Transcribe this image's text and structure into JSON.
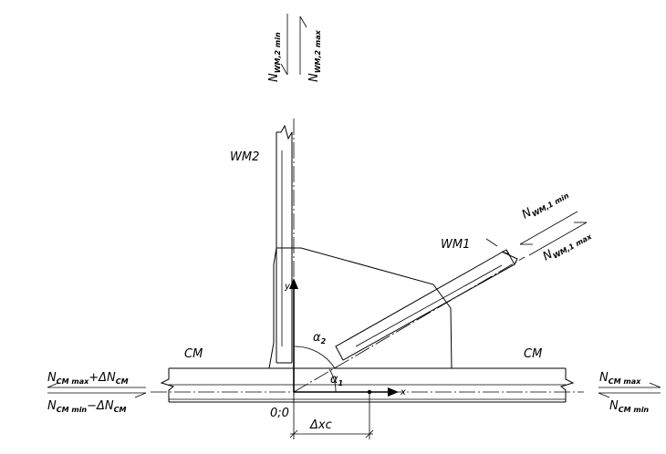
{
  "members": {
    "wm2_label": "WM2",
    "wm1_label": "WM1",
    "cm_left_label": "CM",
    "cm_right_label": "CM"
  },
  "forces": {
    "wm2_min": {
      "n": "N",
      "sub": "WM,2 min"
    },
    "wm2_max": {
      "n": "N",
      "sub": "WM,2 max"
    },
    "wm1_min": {
      "n": "N",
      "sub": "WM,1 min"
    },
    "wm1_max": {
      "n": "N",
      "sub": "WM,1 max"
    },
    "cm_left_top": {
      "n": "N",
      "sub": "CM max",
      "tail": "+ΔN",
      "tail_sub": "CM"
    },
    "cm_left_bottom": {
      "n": "N",
      "sub": "CM min",
      "tail": "−ΔN",
      "tail_sub": "CM"
    },
    "cm_right_top": {
      "n": "N",
      "sub": "CM max"
    },
    "cm_right_bottom": {
      "n": "N",
      "sub": "CM min"
    }
  },
  "axes": {
    "x_label": "x",
    "y_label": "y",
    "origin_label": "0;0"
  },
  "angles": {
    "alpha1": "α",
    "alpha1_sub": "1",
    "alpha2": "α",
    "alpha2_sub": "2"
  },
  "dimensions": {
    "offset_label": "Δxc"
  }
}
